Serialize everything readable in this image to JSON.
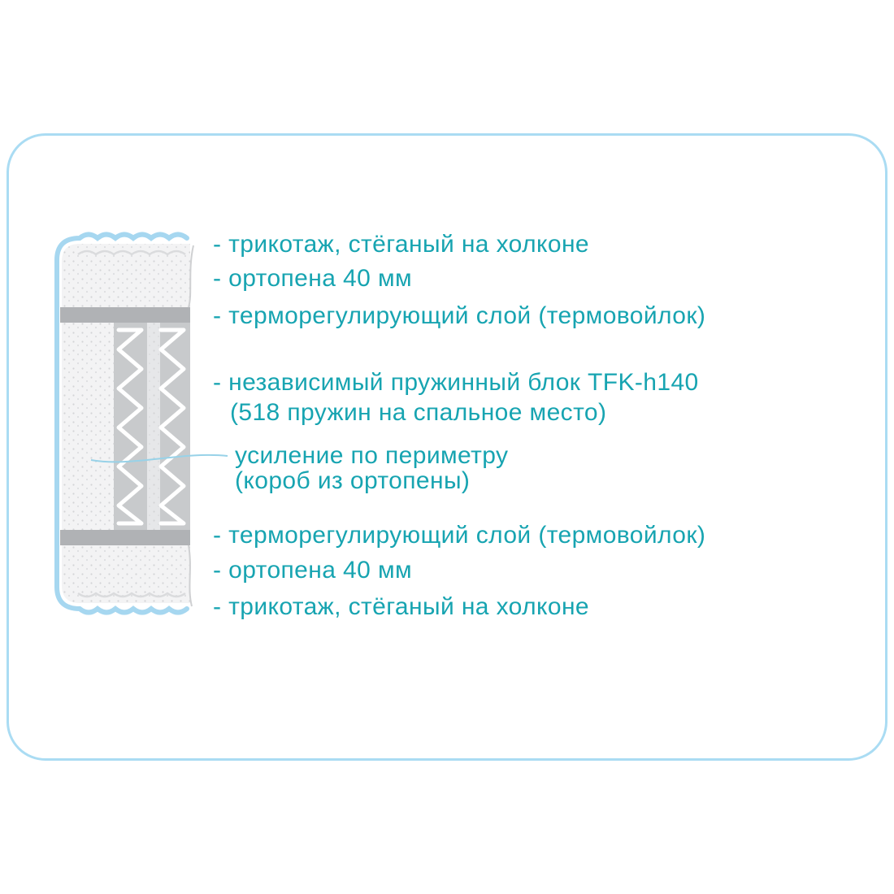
{
  "palette": {
    "accent_teal": "#17a4b1",
    "card_border_blue": "#aadcf3",
    "mattress_outline_blue": "#a6d7f0",
    "thermo_bar_gray": "#b0b2b5",
    "spring_panel_gray": "#c8cacc",
    "foam_light": "#f3f3f4"
  },
  "labels": [
    {
      "text": "- трикотаж, стёганый на холконе"
    },
    {
      "text": "- ортопена 40 мм"
    },
    {
      "text": "- терморегулирующий слой (термовойлок)"
    },
    {
      "text": "- независимый пружинный блок TFK-h140"
    },
    {
      "text": "(518 пружин на спальное место)"
    },
    {
      "text": "усиление по периметру"
    },
    {
      "text": "(короб из ортопены)"
    },
    {
      "text": "- терморегулирующий слой (термовойлок)"
    },
    {
      "text": "- ортопена 40 мм"
    },
    {
      "text": "- трикотаж, стёганый на холконе"
    }
  ]
}
